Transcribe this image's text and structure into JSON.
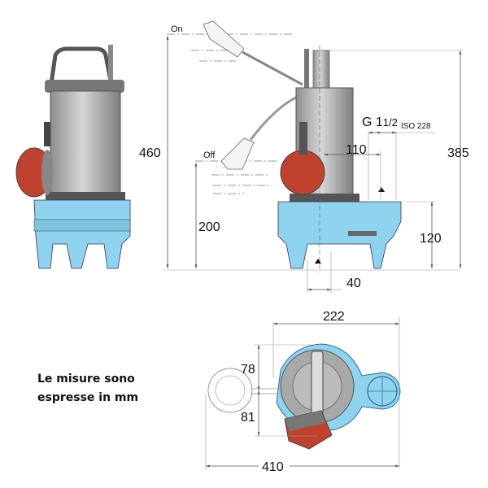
{
  "labels": {
    "on": "On",
    "off": "Off",
    "height_total_float": "460",
    "height_off": "200",
    "height_pump": "385",
    "height_outlet": "120",
    "outlet_offset": "110",
    "thread": "G 1",
    "thread_fraction": "1/2",
    "thread_standard": "ISO 228",
    "inlet_offset": "40",
    "width_pump": "222",
    "width_total": "410",
    "float_offset_top": "78",
    "float_offset_bottom": "81"
  },
  "note": {
    "line1": "Le misure sono",
    "line2": "espresse in mm"
  },
  "colors": {
    "base": "#8fd3ee",
    "float": "#c0422e",
    "motor": "#b8b8b8"
  }
}
